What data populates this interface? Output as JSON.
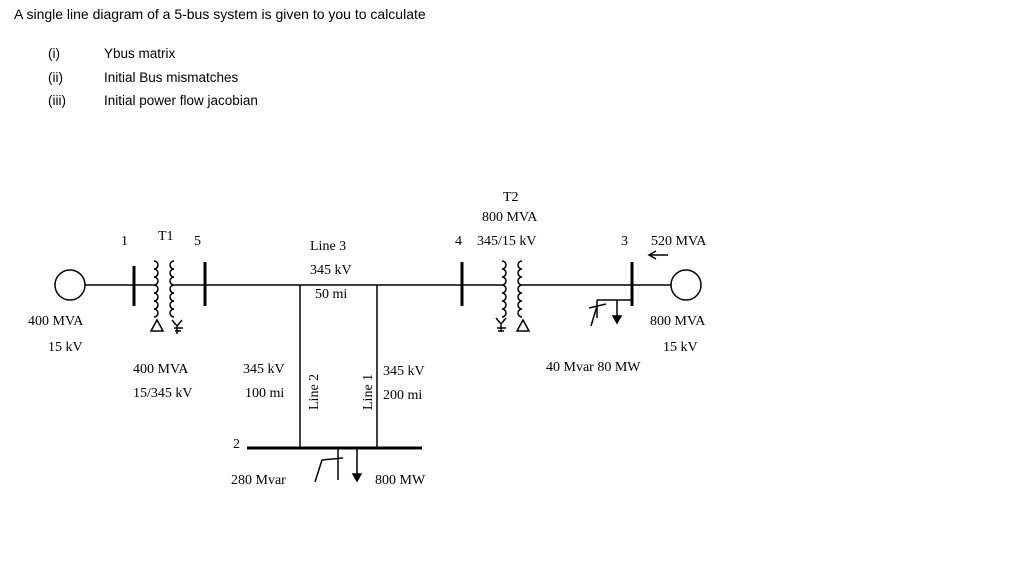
{
  "question": {
    "text": "A single line diagram of a 5-bus system is given to you to calculate",
    "items": [
      {
        "num": "(i)",
        "label": "Ybus matrix"
      },
      {
        "num": "(ii)",
        "label": "Initial Bus mismatches"
      },
      {
        "num": "(iii)",
        "label": "Initial power flow jacobian"
      }
    ]
  },
  "diagram": {
    "gen1": {
      "mva": "400 MVA",
      "kv": "15 kV"
    },
    "t1": {
      "name": "T1",
      "mva": "400 MVA",
      "kv": "15/345 kV"
    },
    "bus_labels": {
      "b1": "1",
      "b2": "2",
      "b3": "3",
      "b4": "4",
      "b5": "5"
    },
    "line3": {
      "name": "Line 3",
      "kv": "345 kV",
      "len": "50 mi"
    },
    "line2": {
      "name": "Line 2",
      "kv": "345 kV",
      "len": "100 mi"
    },
    "line1": {
      "name": "Line 1",
      "kv": "345 kV",
      "len": "200 mi"
    },
    "t2": {
      "name": "T2",
      "mva": "800 MVA",
      "kv": "345/15 kV"
    },
    "gen3": {
      "mva_out": "520 MVA",
      "mva": "800 MVA",
      "kv": "15 kV"
    },
    "load3": {
      "label": "40 Mvar 80 MW"
    },
    "bus2_q": {
      "label": "280 Mvar"
    },
    "bus2_p": {
      "label": "800 MW"
    }
  }
}
